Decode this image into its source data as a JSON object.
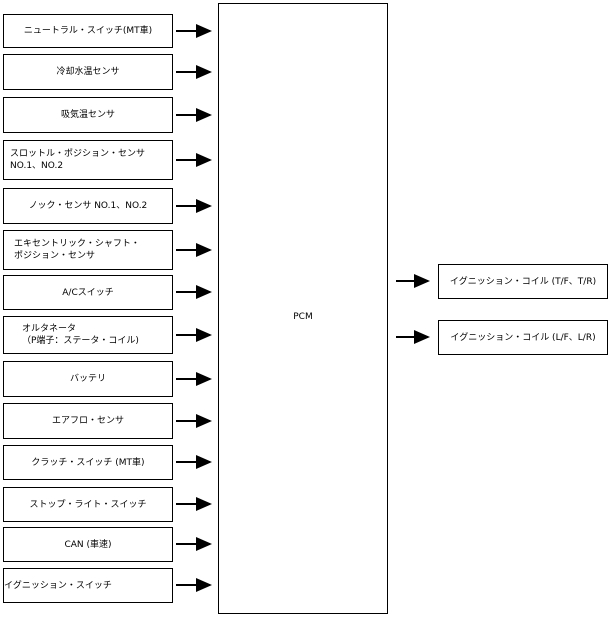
{
  "inputs": [
    {
      "id": "neutral-switch",
      "label": "ニュートラル・スイッチ(MT車)"
    },
    {
      "id": "coolant-temp-sensor",
      "label": "冷却水温センサ"
    },
    {
      "id": "intake-air-temp-sensor",
      "label": "吸気温センサ"
    },
    {
      "id": "throttle-position-sensor",
      "label": "スロットル・ポジション・センサ\nNO.1、NO.2"
    },
    {
      "id": "knock-sensor",
      "label": "ノック・センサ NO.1、NO.2"
    },
    {
      "id": "eccentric-shaft-position-sensor",
      "label": "エキセントリック・シャフト・\nポジション・センサ"
    },
    {
      "id": "ac-switch",
      "label": "A/Cスイッチ"
    },
    {
      "id": "alternator",
      "label": "オルタネータ\n（P端子：ステータ・コイル)"
    },
    {
      "id": "battery",
      "label": "バッテリ"
    },
    {
      "id": "airflow-sensor",
      "label": "エアフロ・センサ"
    },
    {
      "id": "clutch-switch",
      "label": "クラッチ・スイッチ (MT車)"
    },
    {
      "id": "stop-light-switch",
      "label": "ストップ・ライト・スイッチ"
    },
    {
      "id": "can-vehicle-speed",
      "label": "CAN (車速)"
    },
    {
      "id": "ignition-switch",
      "label": "イグニッション・スイッチ"
    }
  ],
  "pcm": {
    "label": "PCM"
  },
  "outputs": [
    {
      "id": "ignition-coil-tf-tr",
      "label": "イグニッション・コイル (T/F、T/R)"
    },
    {
      "id": "ignition-coil-lf-lr",
      "label": "イグニッション・コイル (L/F、L/R)"
    }
  ]
}
